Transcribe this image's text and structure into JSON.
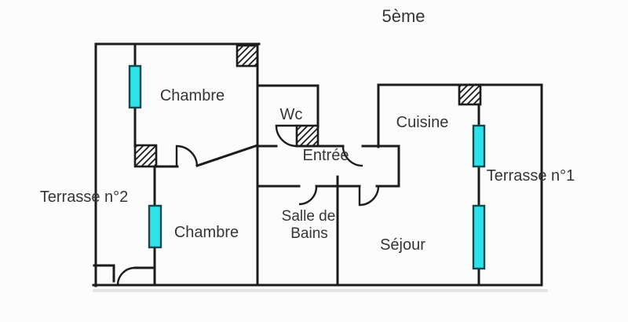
{
  "title": "5ème",
  "colors": {
    "wall": "#1c1c1c",
    "window_fill": "#2de2ea",
    "window_border": "#0b4b50",
    "label_text": "#353535",
    "background": "#fcfcfc"
  },
  "labels": {
    "floor": "5ème",
    "bedroom1": "Chambre",
    "bedroom2": "Chambre",
    "wc": "Wc",
    "entry": "Entrée",
    "kitchen": "Cuisine",
    "bathroom_line1": "Salle de",
    "bathroom_line2": "Bains",
    "living_room": "Séjour",
    "terrace1": "Terrasse n°1",
    "terrace2": "Terrasse n°2"
  },
  "legend": {
    "window_symbol": "window-cyan-rectangle",
    "column_symbol": "hatched-square",
    "door_symbol": "quarter-circle-arc"
  }
}
